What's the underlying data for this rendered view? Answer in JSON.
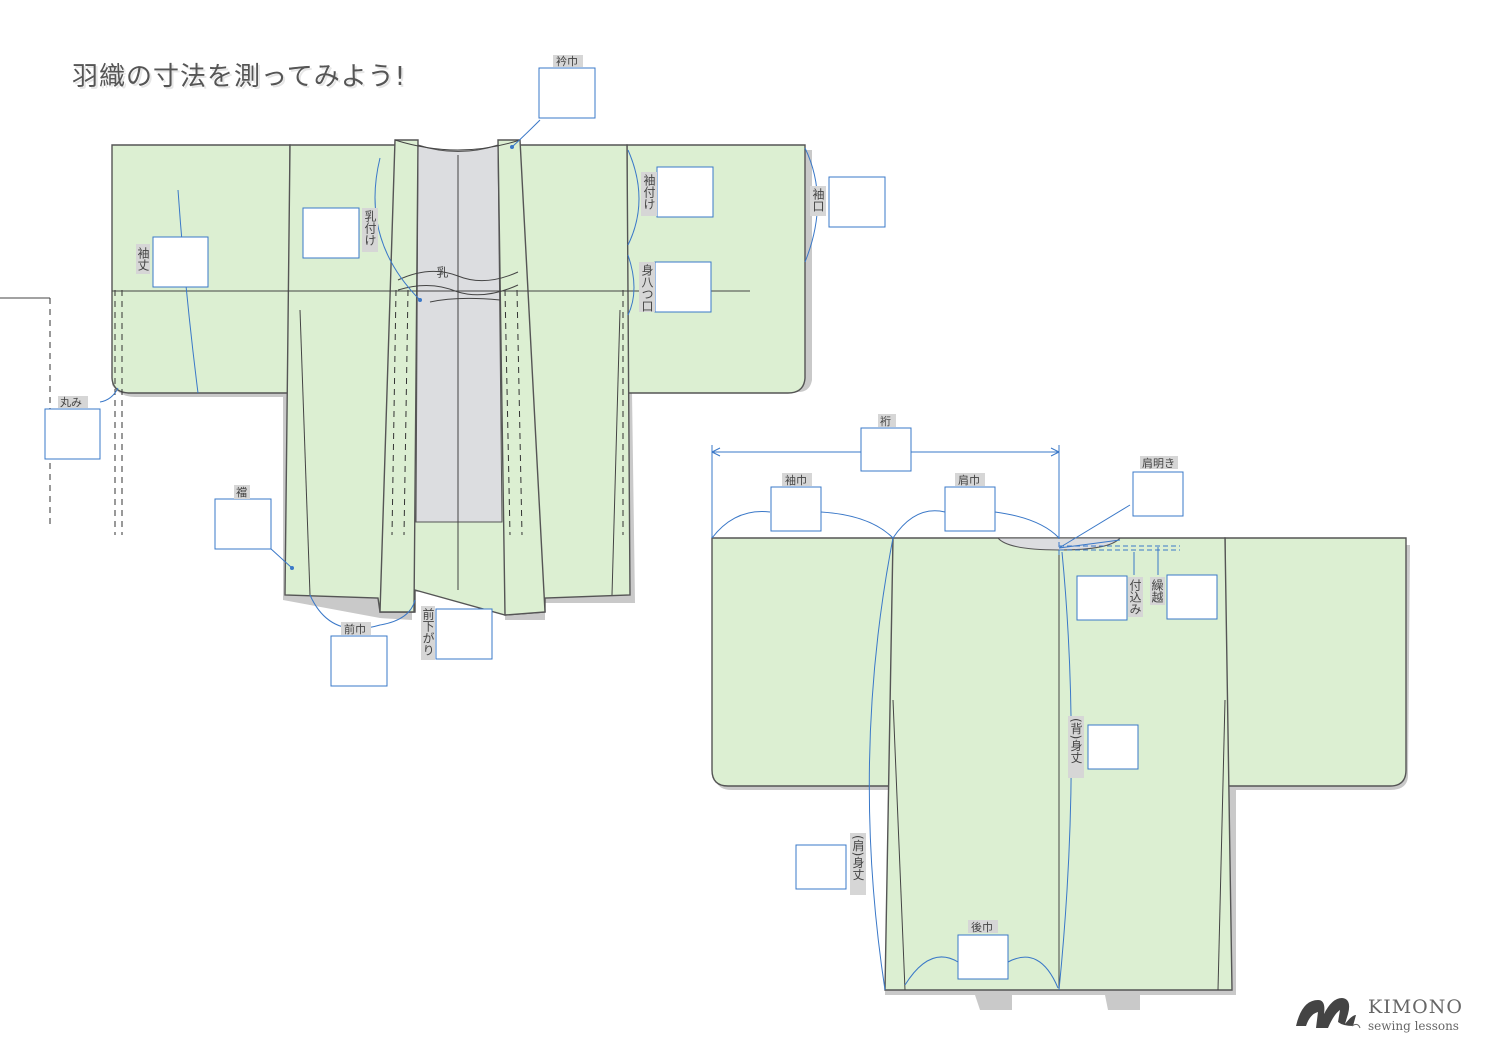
{
  "title": "羽織の寸法を測ってみよう!",
  "front_labels": {
    "eri_haba": "衿巾",
    "sode_take": "袖丈",
    "chi_tsuke": "乳付け",
    "chi": "乳",
    "sode_tsuke": "袖付け",
    "sode_guchi": "袖口",
    "mi_yatsuguchi": "身八つ口",
    "maru_mi": "丸み",
    "machi": "襠",
    "mae_haba": "前巾",
    "mae_sagari": "前下がり"
  },
  "back_labels": {
    "yuki": "裄",
    "sode_haba": "袖巾",
    "kata_haba": "肩巾",
    "kata_aki": "肩明き",
    "tsuke_komi": "付込み",
    "kurikoshi": "繰越",
    "se_mitake": "(背)身丈",
    "kata_mitake": "(肩)身丈",
    "ushiro_haba": "後巾"
  },
  "logo": {
    "brand": "KIMONO",
    "subtitle": "sewing lessons"
  },
  "colors": {
    "garment": "#dcefd2",
    "lining": "#dcdde0",
    "measure_line": "#3a78c8",
    "outline": "#555555"
  }
}
